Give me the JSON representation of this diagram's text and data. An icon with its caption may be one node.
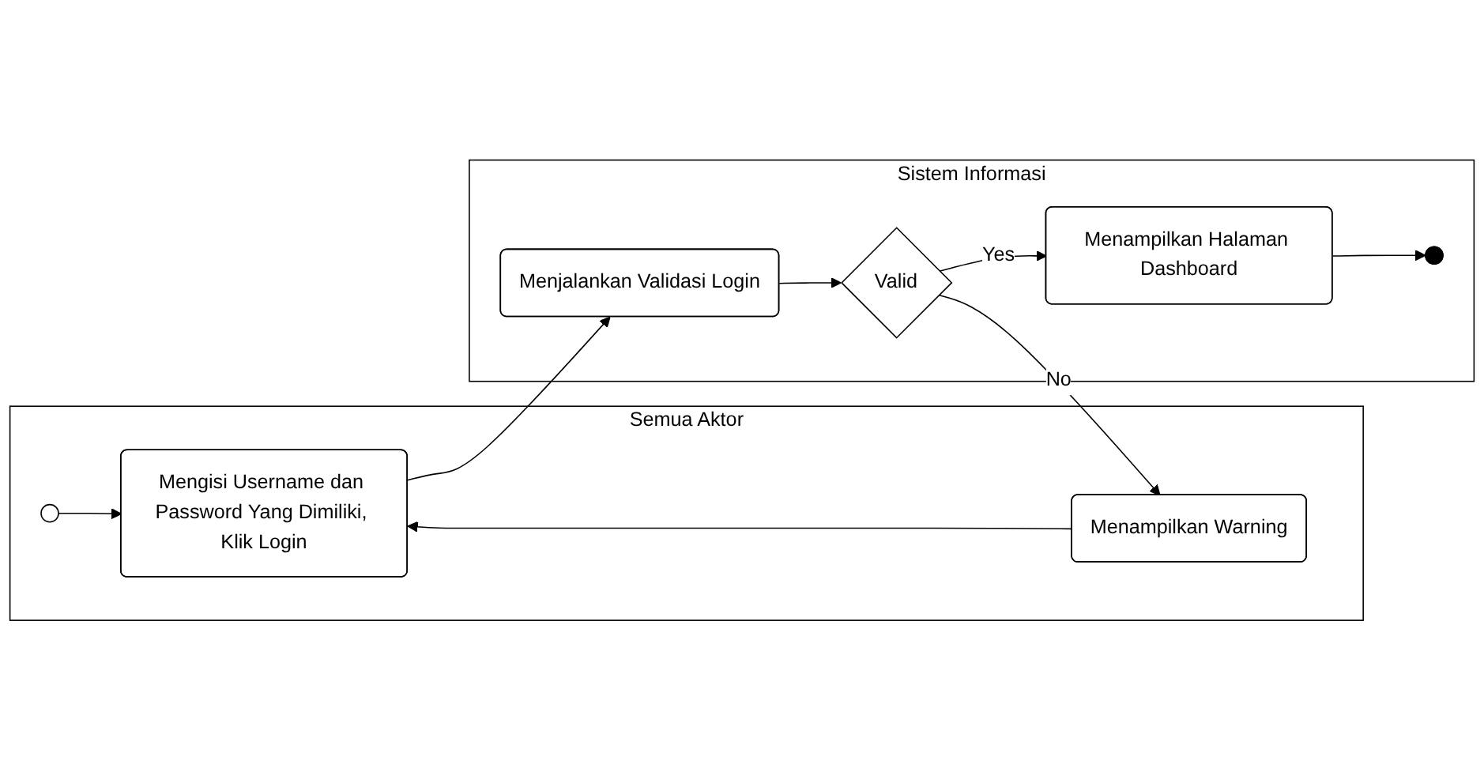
{
  "diagram": {
    "nodes": [
      {
        "text": [
          "Semua Aktor"
        ]
      },
      {
        "text": [
          "Sistem Informasi"
        ]
      },
      {
        "text": [],
        "shape": "circle",
        "in": 0
      },
      {
        "text": [
          "Mengisi Username dan Password Yang Dimiliki, Klik Login"
        ],
        "in": 0
      },
      {
        "text": [
          "Menampilkan Warning"
        ],
        "in": 0
      },
      {
        "text": [
          "Menjalankan Validasi Login"
        ],
        "in": 1
      },
      {
        "text": [
          "Valid"
        ],
        "in": 1
      },
      {
        "text": [
          "Menampilkan Halaman Dashboard"
        ],
        "in": 1
      },
      {
        "text": [],
        "shape": "bullseye",
        "in": 1
      }
    ],
    "edges": [
      {
        "from": 2,
        "to": 3,
        "arrow": "to"
      },
      {
        "from": 3,
        "to": 5,
        "arrow": "to"
      },
      {
        "from": 5,
        "to": 6,
        "arrow": "to"
      },
      {
        "from": 6,
        "to": 4,
        "arrow": "to",
        "label": "No"
      },
      {
        "from": 4,
        "to": 3,
        "arrow": "to"
      },
      {
        "from": 6,
        "to": 7,
        "arrow": "to",
        "label": "Yes"
      },
      {
        "from": 7,
        "to": 8,
        "arrow": "to"
      }
    ]
  }
}
